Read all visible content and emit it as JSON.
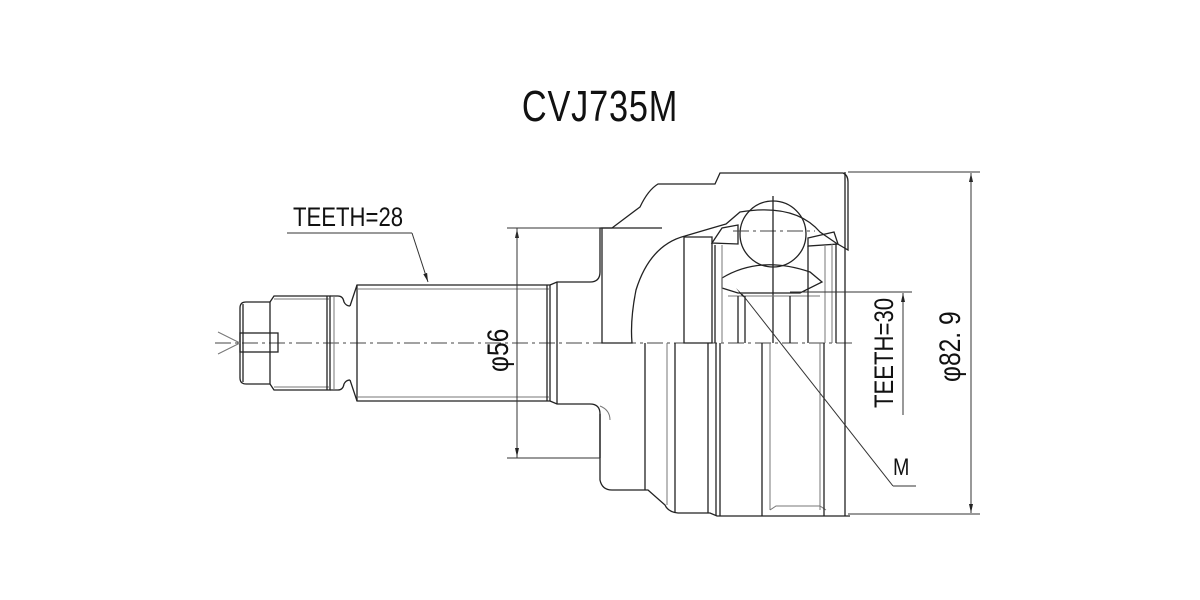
{
  "drawing": {
    "part_number": "CVJ735M",
    "annotations": {
      "outer_spline": "TEETH=28",
      "inner_spline": "TEETH=30",
      "shaft_diameter": "φ56",
      "housing_diameter": "φ82. 9",
      "thread_marker": "M"
    },
    "colors": {
      "line": "#222222",
      "background": "#ffffff",
      "hatch": "#555555"
    }
  }
}
